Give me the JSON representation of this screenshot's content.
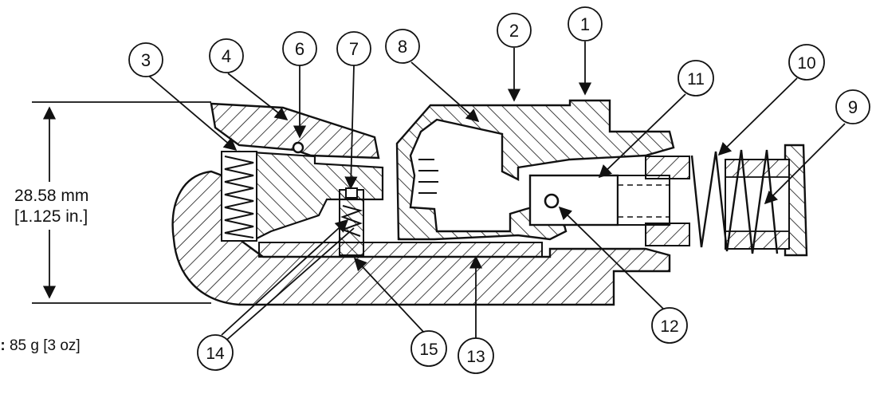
{
  "dimension": {
    "metric": "28.58 mm",
    "imperial": "[1.125 in.]"
  },
  "weight": {
    "label_fragment": "t:",
    "value": "85 g [3 oz]"
  },
  "callouts": [
    "1",
    "2",
    "3",
    "4",
    "6",
    "7",
    "8",
    "9",
    "10",
    "11",
    "12",
    "13",
    "14",
    "15"
  ]
}
